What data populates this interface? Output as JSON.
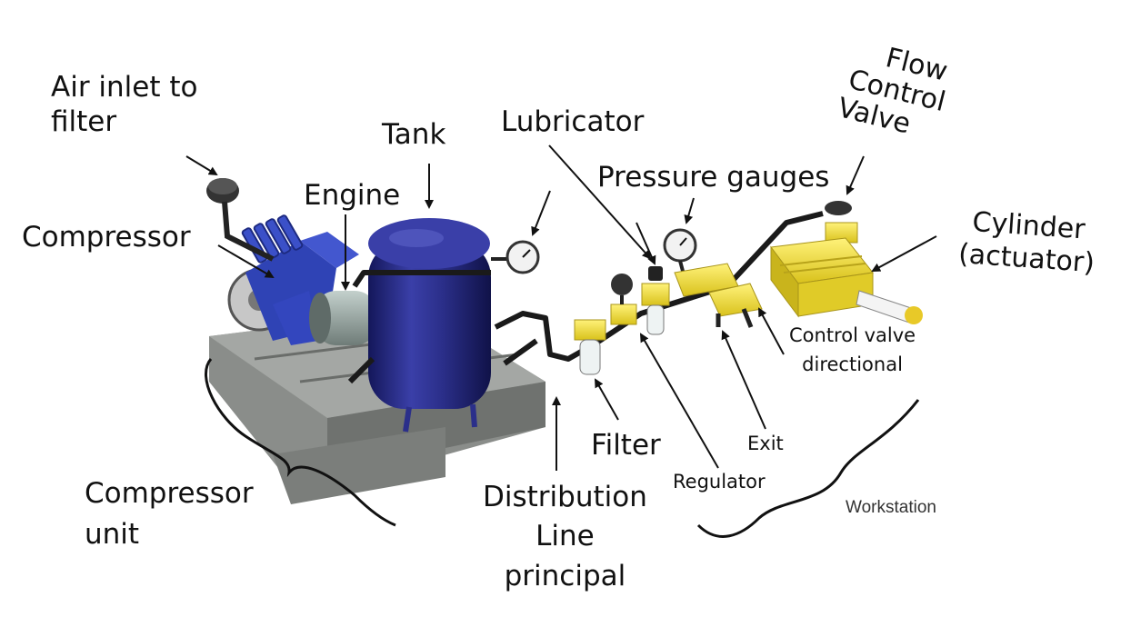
{
  "labels": {
    "air_inlet_line1": "Air inlet to",
    "air_inlet_line2": "filter",
    "compressor": "Compressor",
    "engine": "Engine",
    "tank": "Tank",
    "lubricator": "Lubricator",
    "pressure_gauges": "Pressure gauges",
    "flow_valve_line1": "Flow",
    "flow_valve_line2": "Control",
    "flow_valve_line3": "Valve",
    "cylinder_line1": "Cylinder",
    "cylinder_line2": "(actuator)",
    "control_valve_line1": "Control valve",
    "control_valve_line2": "directional",
    "exit": "Exit",
    "filter": "Filter",
    "regulator": "Regulator",
    "workstation": "Workstation",
    "compressor_unit_line1": "Compressor",
    "compressor_unit_line2": "unit",
    "distribution_line1": "Distribution",
    "distribution_line2": "Line",
    "distribution_line3": "principal"
  },
  "colors": {
    "tank_blue": "#2b2f8a",
    "compressor_blue": "#2f43b5",
    "component_yellow": "#f2e23a",
    "pipe_dark": "#1a1a1a",
    "base_gray": "#8a8d8a",
    "motor_gray": "#9aa8a4"
  }
}
